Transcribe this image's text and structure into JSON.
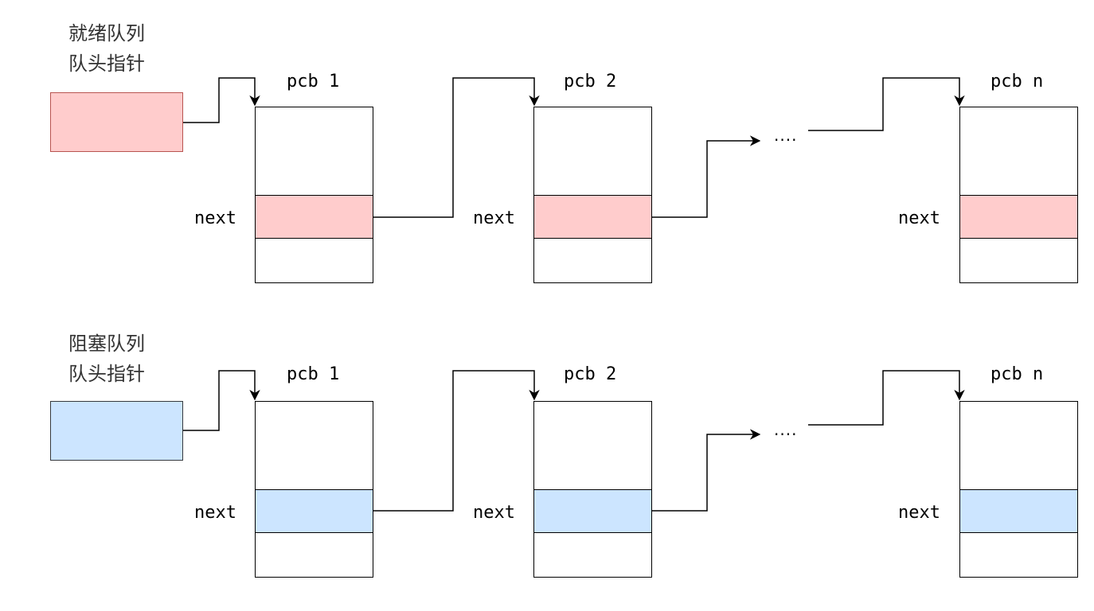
{
  "queues": [
    {
      "id": "ready",
      "label_line1": "就绪队列",
      "label_line2": "队头指针",
      "fill": "#FFCCCC",
      "stroke": "#B85450",
      "pcbs": [
        {
          "title": "pcb 1",
          "next": "next"
        },
        {
          "title": "pcb 2",
          "next": "next"
        },
        {
          "title": "pcb n",
          "next": "next"
        }
      ],
      "ellipsis": "····"
    },
    {
      "id": "blocked",
      "label_line1": "阻塞队列",
      "label_line2": "队头指针",
      "fill": "#CCE5FF",
      "stroke": "#36393D",
      "pcbs": [
        {
          "title": "pcb 1",
          "next": "next"
        },
        {
          "title": "pcb 2",
          "next": "next"
        },
        {
          "title": "pcb n",
          "next": "next"
        }
      ],
      "ellipsis": "····"
    }
  ]
}
